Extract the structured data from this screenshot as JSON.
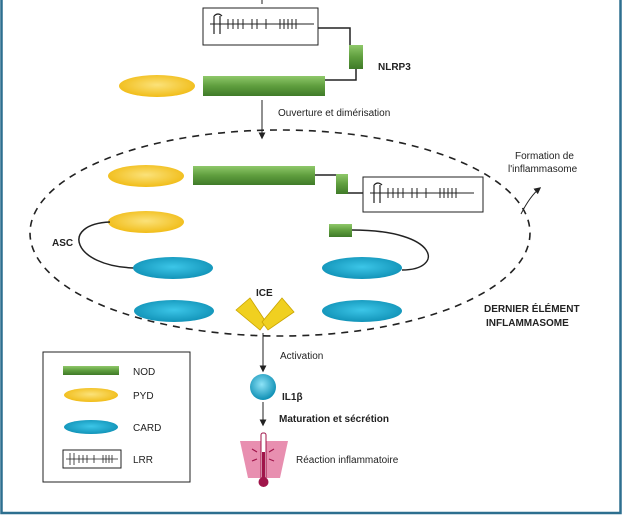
{
  "labels": {
    "nlrp3": "NLRP3",
    "opening": "Ouverture et dimérisation",
    "formation_line1": "Formation de",
    "formation_line2": "l'inflammasome",
    "asc": "ASC",
    "ice": "ICE",
    "last_line1": "DERNIER ÉLÉMENT",
    "last_line2": "INFLAMMASOME",
    "activation": "Activation",
    "il1b": "IL1β",
    "maturation": "Maturation et sécrétion",
    "reaction": "Réaction inflammatoire"
  },
  "legend": {
    "items": [
      {
        "label": "NOD",
        "shape": "green-bar"
      },
      {
        "label": "PYD",
        "shape": "yellow-ellipse"
      },
      {
        "label": "CARD",
        "shape": "cyan-ellipse"
      },
      {
        "label": "LRR",
        "shape": "lrr-box"
      }
    ]
  },
  "colors": {
    "nod": "#6aa84f",
    "pyd": "#f3c41c",
    "card": "#1fa6c9",
    "frame": "#2d6f8f",
    "ice": "#f0d020",
    "reaction": "#e88fb0"
  }
}
